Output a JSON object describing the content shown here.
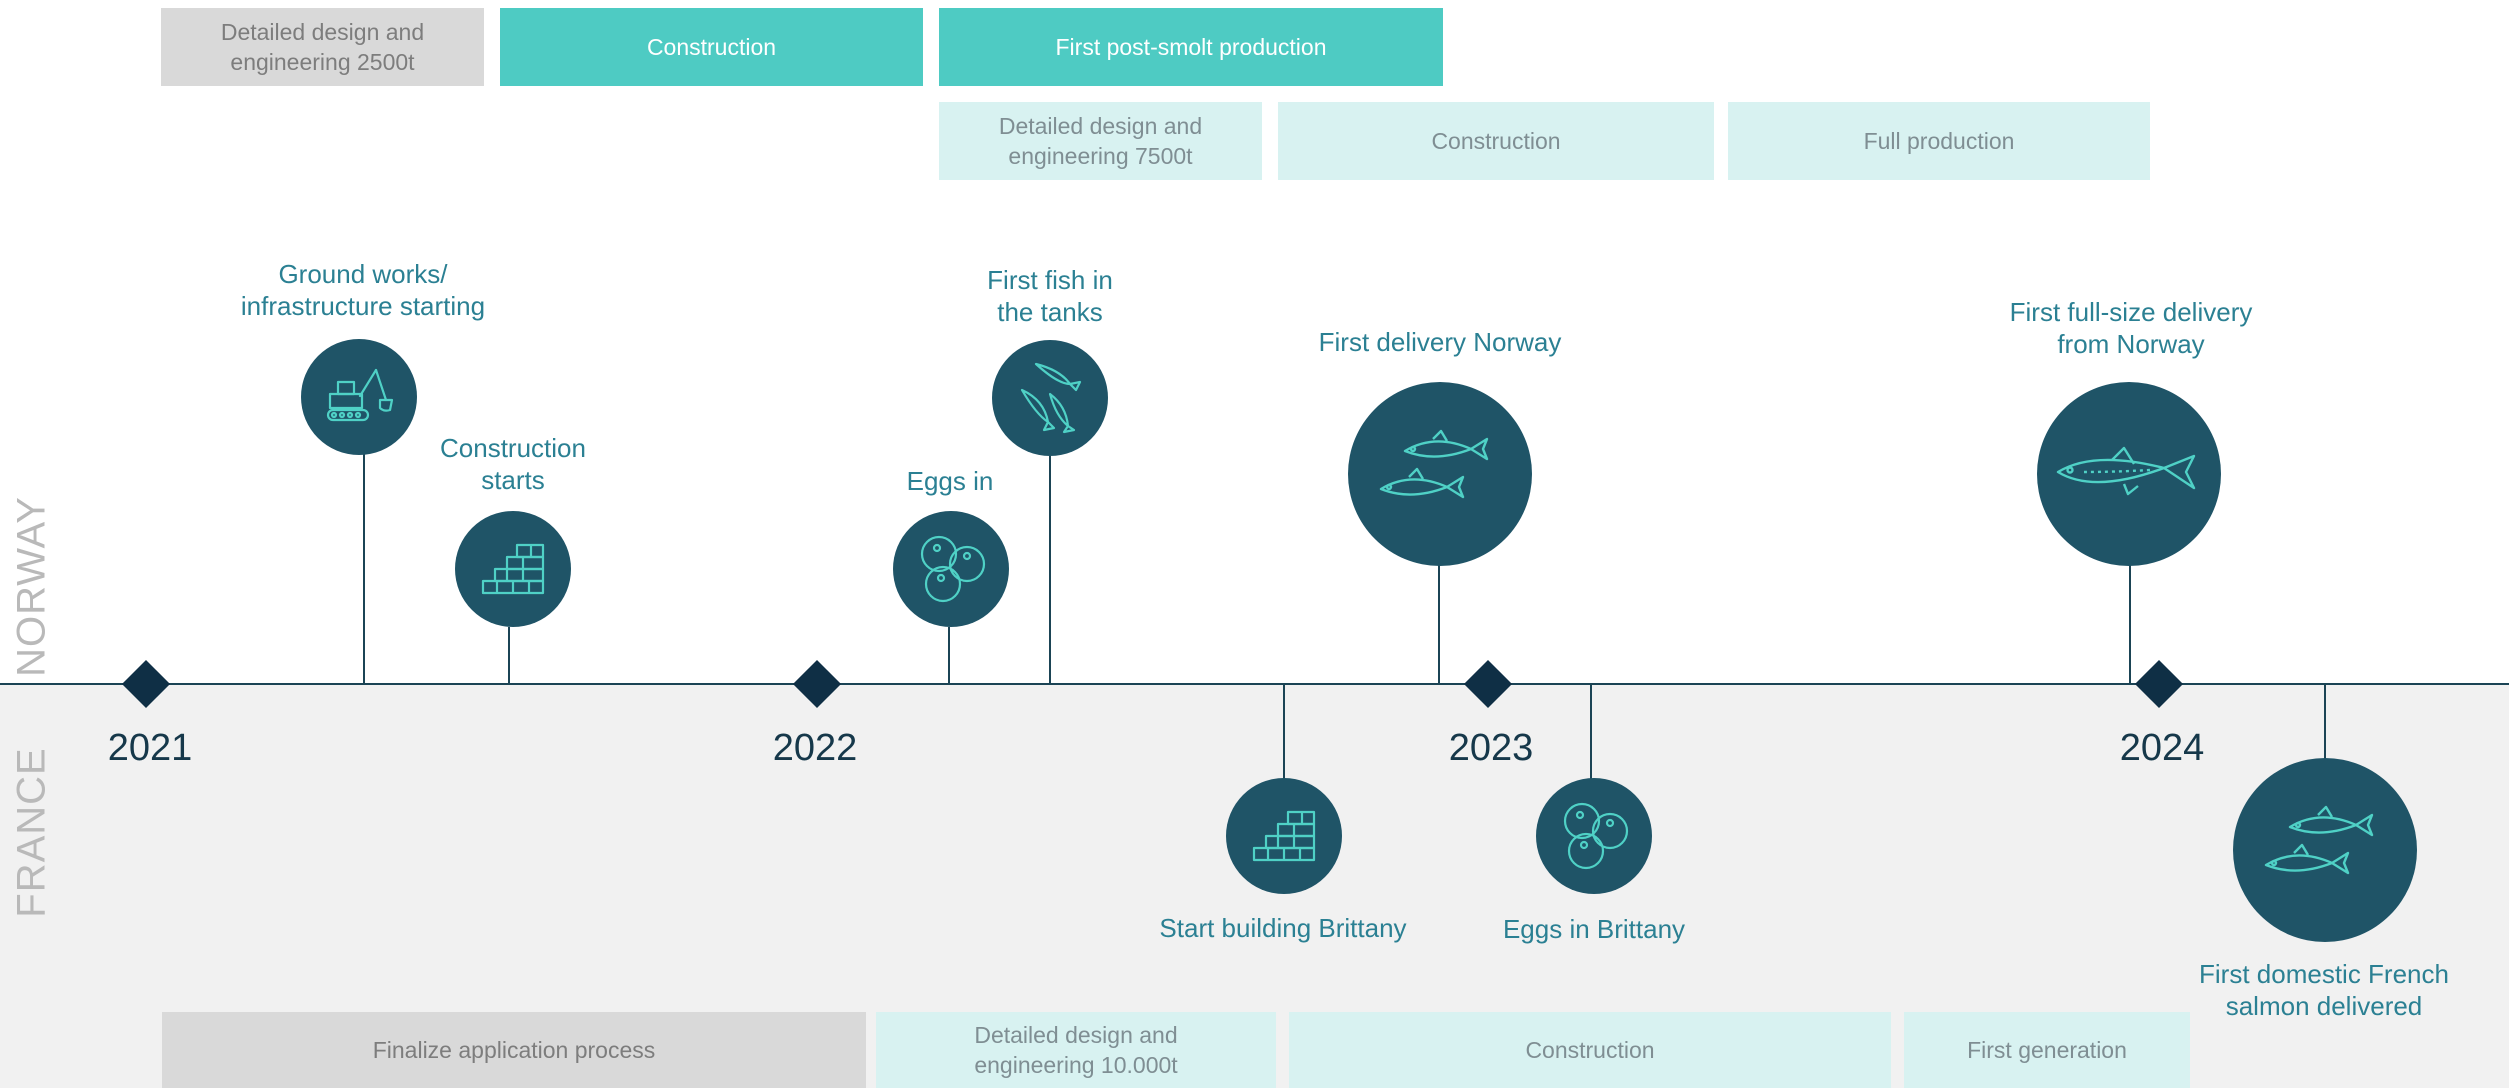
{
  "regions": {
    "top": "NORWAY",
    "bottom": "FRANCE"
  },
  "years": [
    "2021",
    "2022",
    "2023",
    "2024"
  ],
  "phases": {
    "norway_row1": [
      {
        "label": "Detailed design and\nengineering 2500t"
      },
      {
        "label": "Construction"
      },
      {
        "label": "First post-smolt production"
      }
    ],
    "norway_row2": [
      {
        "label": "Detailed design and\nengineering 7500t"
      },
      {
        "label": "Construction"
      },
      {
        "label": "Full production"
      }
    ],
    "france_row": [
      {
        "label": "Finalize application process"
      },
      {
        "label": "Detailed design and\nengineering 10.000t"
      },
      {
        "label": "Construction"
      },
      {
        "label": "First generation"
      }
    ]
  },
  "milestones": {
    "norway": [
      {
        "label": "Ground works/\ninfrastructure starting",
        "icon": "excavator-icon"
      },
      {
        "label": "Construction\nstarts",
        "icon": "brick-wall-icon"
      },
      {
        "label": "Eggs in",
        "icon": "fish-eggs-icon"
      },
      {
        "label": "First fish in\nthe tanks",
        "icon": "fish-swimming-icon"
      },
      {
        "label": "First delivery Norway",
        "icon": "two-fish-icon"
      },
      {
        "label": "First full-size delivery\nfrom Norway",
        "icon": "salmon-icon"
      }
    ],
    "france": [
      {
        "label": "Start building Brittany",
        "icon": "brick-wall-icon"
      },
      {
        "label": "Eggs in Brittany",
        "icon": "fish-eggs-icon"
      },
      {
        "label": "First domestic French\nsalmon delivered",
        "icon": "two-fish-icon"
      }
    ]
  },
  "colors": {
    "axis": "#1b4455",
    "circle": "#1f5467",
    "icon_stroke": "#4fd1c6",
    "label": "#2b8093",
    "phase_teal": "#4ecbc3",
    "phase_light": "#d8f2f1",
    "phase_grey": "#d9d9d9",
    "france_bg": "#f1f1f1",
    "region": "#b9b9b9"
  }
}
